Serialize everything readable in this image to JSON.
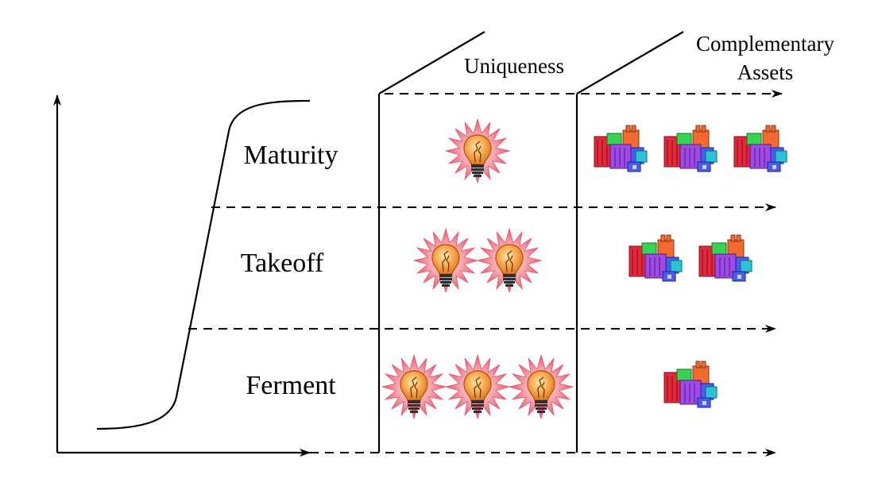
{
  "stages": [
    {
      "label": "Maturity",
      "uniqueness_count": 1,
      "complementary_assets_count": 3
    },
    {
      "label": "Takeoff",
      "uniqueness_count": 2,
      "complementary_assets_count": 2
    },
    {
      "label": "Ferment",
      "uniqueness_count": 3,
      "complementary_assets_count": 1
    }
  ],
  "columns": {
    "uniqueness": {
      "title": "Uniqueness",
      "icon": "lightbulb-icon"
    },
    "complementary_assets": {
      "title_line1": "Complementary",
      "title_line2": "Assets",
      "icon": "buildings-icon"
    }
  },
  "colors": {
    "line": "#000000",
    "bulb_glow": "#e8556b",
    "bulb_glass": "#f6a34a",
    "bulb_base": "#2e2e2e",
    "building_red": "#e5273b",
    "building_green": "#39d353",
    "building_orange": "#f26a2e",
    "building_purple": "#a14be6",
    "building_blue": "#4a5bf2",
    "building_cyan": "#2bc4d6"
  }
}
